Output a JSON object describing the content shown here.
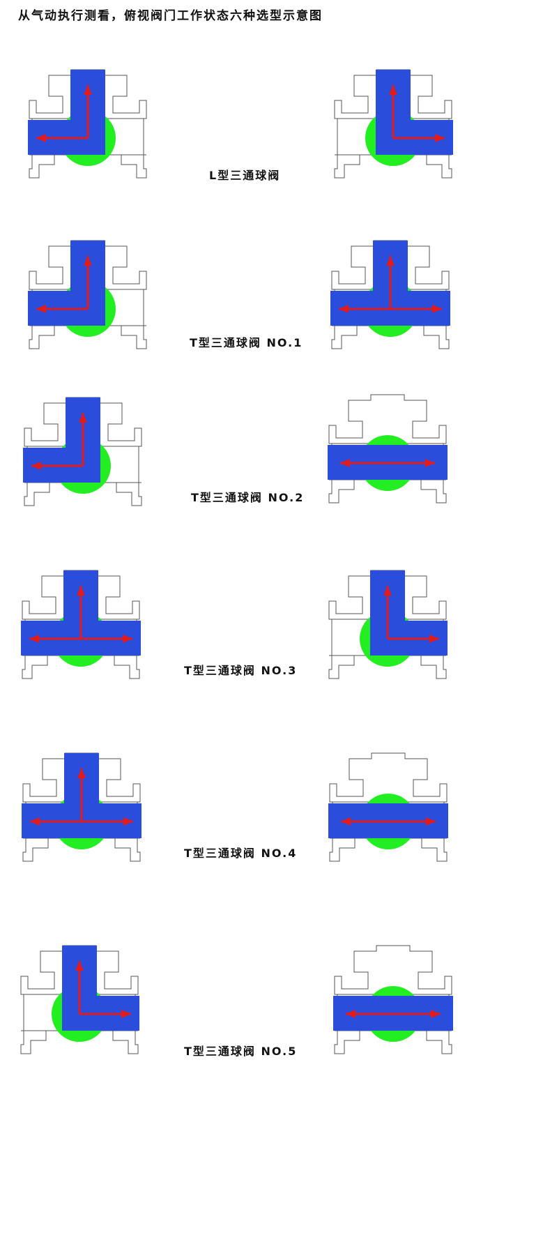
{
  "title": "从气动执行测看，俯视阀门工作状态六种选型示意图",
  "colors": {
    "body_outline": "#555555",
    "flow": "#2a4ddb",
    "ball": "#22ee22",
    "arrow": "#e31b1b"
  },
  "rows": [
    {
      "caption": "L型三通球阀",
      "left": {
        "ball": true,
        "bore": [
          "left",
          "top"
        ],
        "arrows": [
          "left",
          "top"
        ]
      },
      "right": {
        "ball": true,
        "bore": [
          "top",
          "right"
        ],
        "arrows": [
          "top",
          "right"
        ]
      }
    },
    {
      "caption": "T型三通球阀 NO.1",
      "left": {
        "ball": true,
        "bore": [
          "left",
          "top"
        ],
        "arrows": [
          "left",
          "top"
        ]
      },
      "right": {
        "ball": true,
        "bore": [
          "left",
          "right",
          "top"
        ],
        "arrows": [
          "left",
          "right",
          "top"
        ]
      }
    },
    {
      "caption": "T型三通球阀 NO.2",
      "left": {
        "ball": true,
        "bore": [
          "left",
          "top"
        ],
        "arrows": [
          "left",
          "top"
        ]
      },
      "right": {
        "ball": true,
        "bore": [
          "left",
          "right"
        ],
        "arrows": [
          "both-h"
        ]
      }
    },
    {
      "caption": "T型三通球阀 NO.3",
      "left": {
        "ball": true,
        "bore": [
          "left",
          "right",
          "top"
        ],
        "arrows": [
          "left",
          "right",
          "top"
        ]
      },
      "right": {
        "ball": true,
        "bore": [
          "top",
          "right"
        ],
        "arrows": [
          "top",
          "right"
        ]
      }
    },
    {
      "caption": "T型三通球阀 NO.4",
      "left": {
        "ball": true,
        "bore": [
          "left",
          "right",
          "top"
        ],
        "arrows": [
          "left",
          "right",
          "top"
        ]
      },
      "right": {
        "ball": true,
        "bore": [
          "left",
          "right"
        ],
        "arrows": [
          "both-h"
        ]
      }
    },
    {
      "caption": "T型三通球阀 NO.5",
      "left": {
        "ball": true,
        "bore": [
          "top",
          "right"
        ],
        "arrows": [
          "top",
          "right"
        ]
      },
      "right": {
        "ball": true,
        "bore": [
          "left",
          "right"
        ],
        "arrows": [
          "both-h"
        ]
      }
    }
  ]
}
